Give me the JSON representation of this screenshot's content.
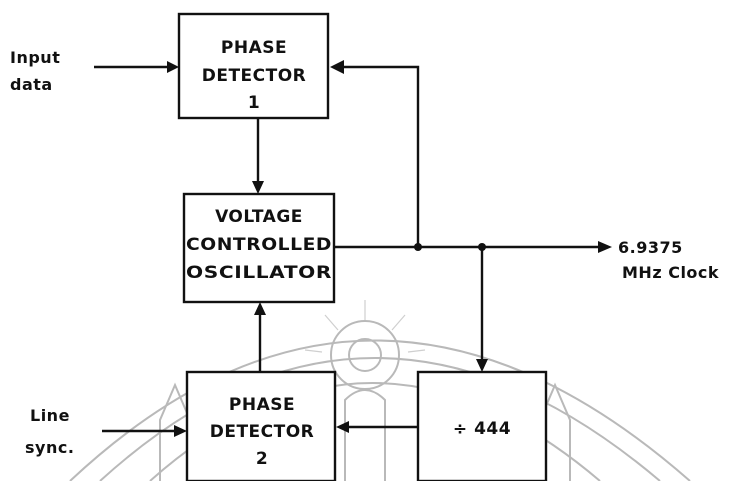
{
  "blocks": {
    "phase_detector_1": [
      "PHASE",
      "DETECTOR",
      "1"
    ],
    "vco": [
      "VOLTAGE",
      "CONTROLLED",
      "OSCILLATOR"
    ],
    "phase_detector_2": [
      "PHASE",
      "DETECTOR",
      "2"
    ],
    "divider": "÷ 444"
  },
  "signals": {
    "input_data": [
      "Input",
      "data"
    ],
    "line_sync": [
      "Line",
      "sync."
    ],
    "clock_out": [
      "6.9375",
      "MHz Clock"
    ]
  }
}
